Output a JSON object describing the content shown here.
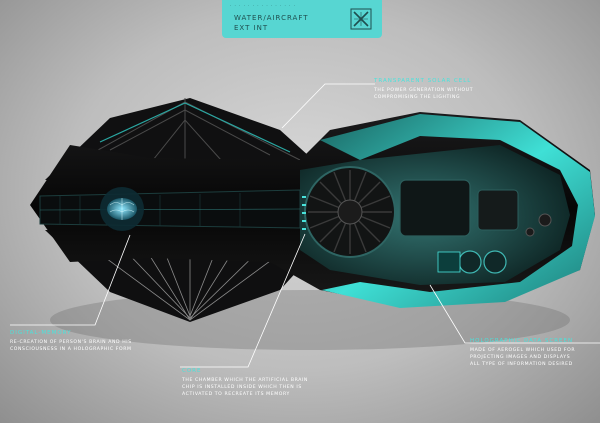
{
  "tab": {
    "tiny": "· · · · · · · · · · · · · · ·",
    "line1": "WATER/AIRCRAFT",
    "line2": "EXT      INT",
    "icon": "x-logo-icon"
  },
  "annotations": {
    "solar": {
      "heading": "TRANSPARENT SOLAR CELL",
      "l1": "THE POWER GENERATION WITHOUT",
      "l2": "COMPROMISING THE LIGHTING"
    },
    "digital": {
      "heading": "DIGITAL-MEMORY",
      "l1": "RE-CREATION OF PERSON'S BRAIN AND HIS",
      "l2": "CONSCIOUSNESS IN A HOLOGRAPHIC FORM"
    },
    "core": {
      "heading": "CORE",
      "l1": "THE CHAMBER WHICH THE ARTIFICIAL BRAIN",
      "l2": "CHIP IS INSTALLED INSIDE WHICH THEN IS",
      "l3": "ACTIVATED TO RECREATE ITS MEMORY"
    },
    "holo": {
      "heading": "HOLOGRAPHIC DATA SCREEN",
      "l1": "MADE OF AEROGEL WHICH USED FOR",
      "l2": "PROJECTING IMAGES AND DISPLAYS",
      "l3": "ALL TYPE OF INFORMATION DESIRED"
    }
  },
  "colors": {
    "accent": "#49e3dc",
    "body": "#0c0c0d",
    "glass": "#2a6e6c"
  }
}
